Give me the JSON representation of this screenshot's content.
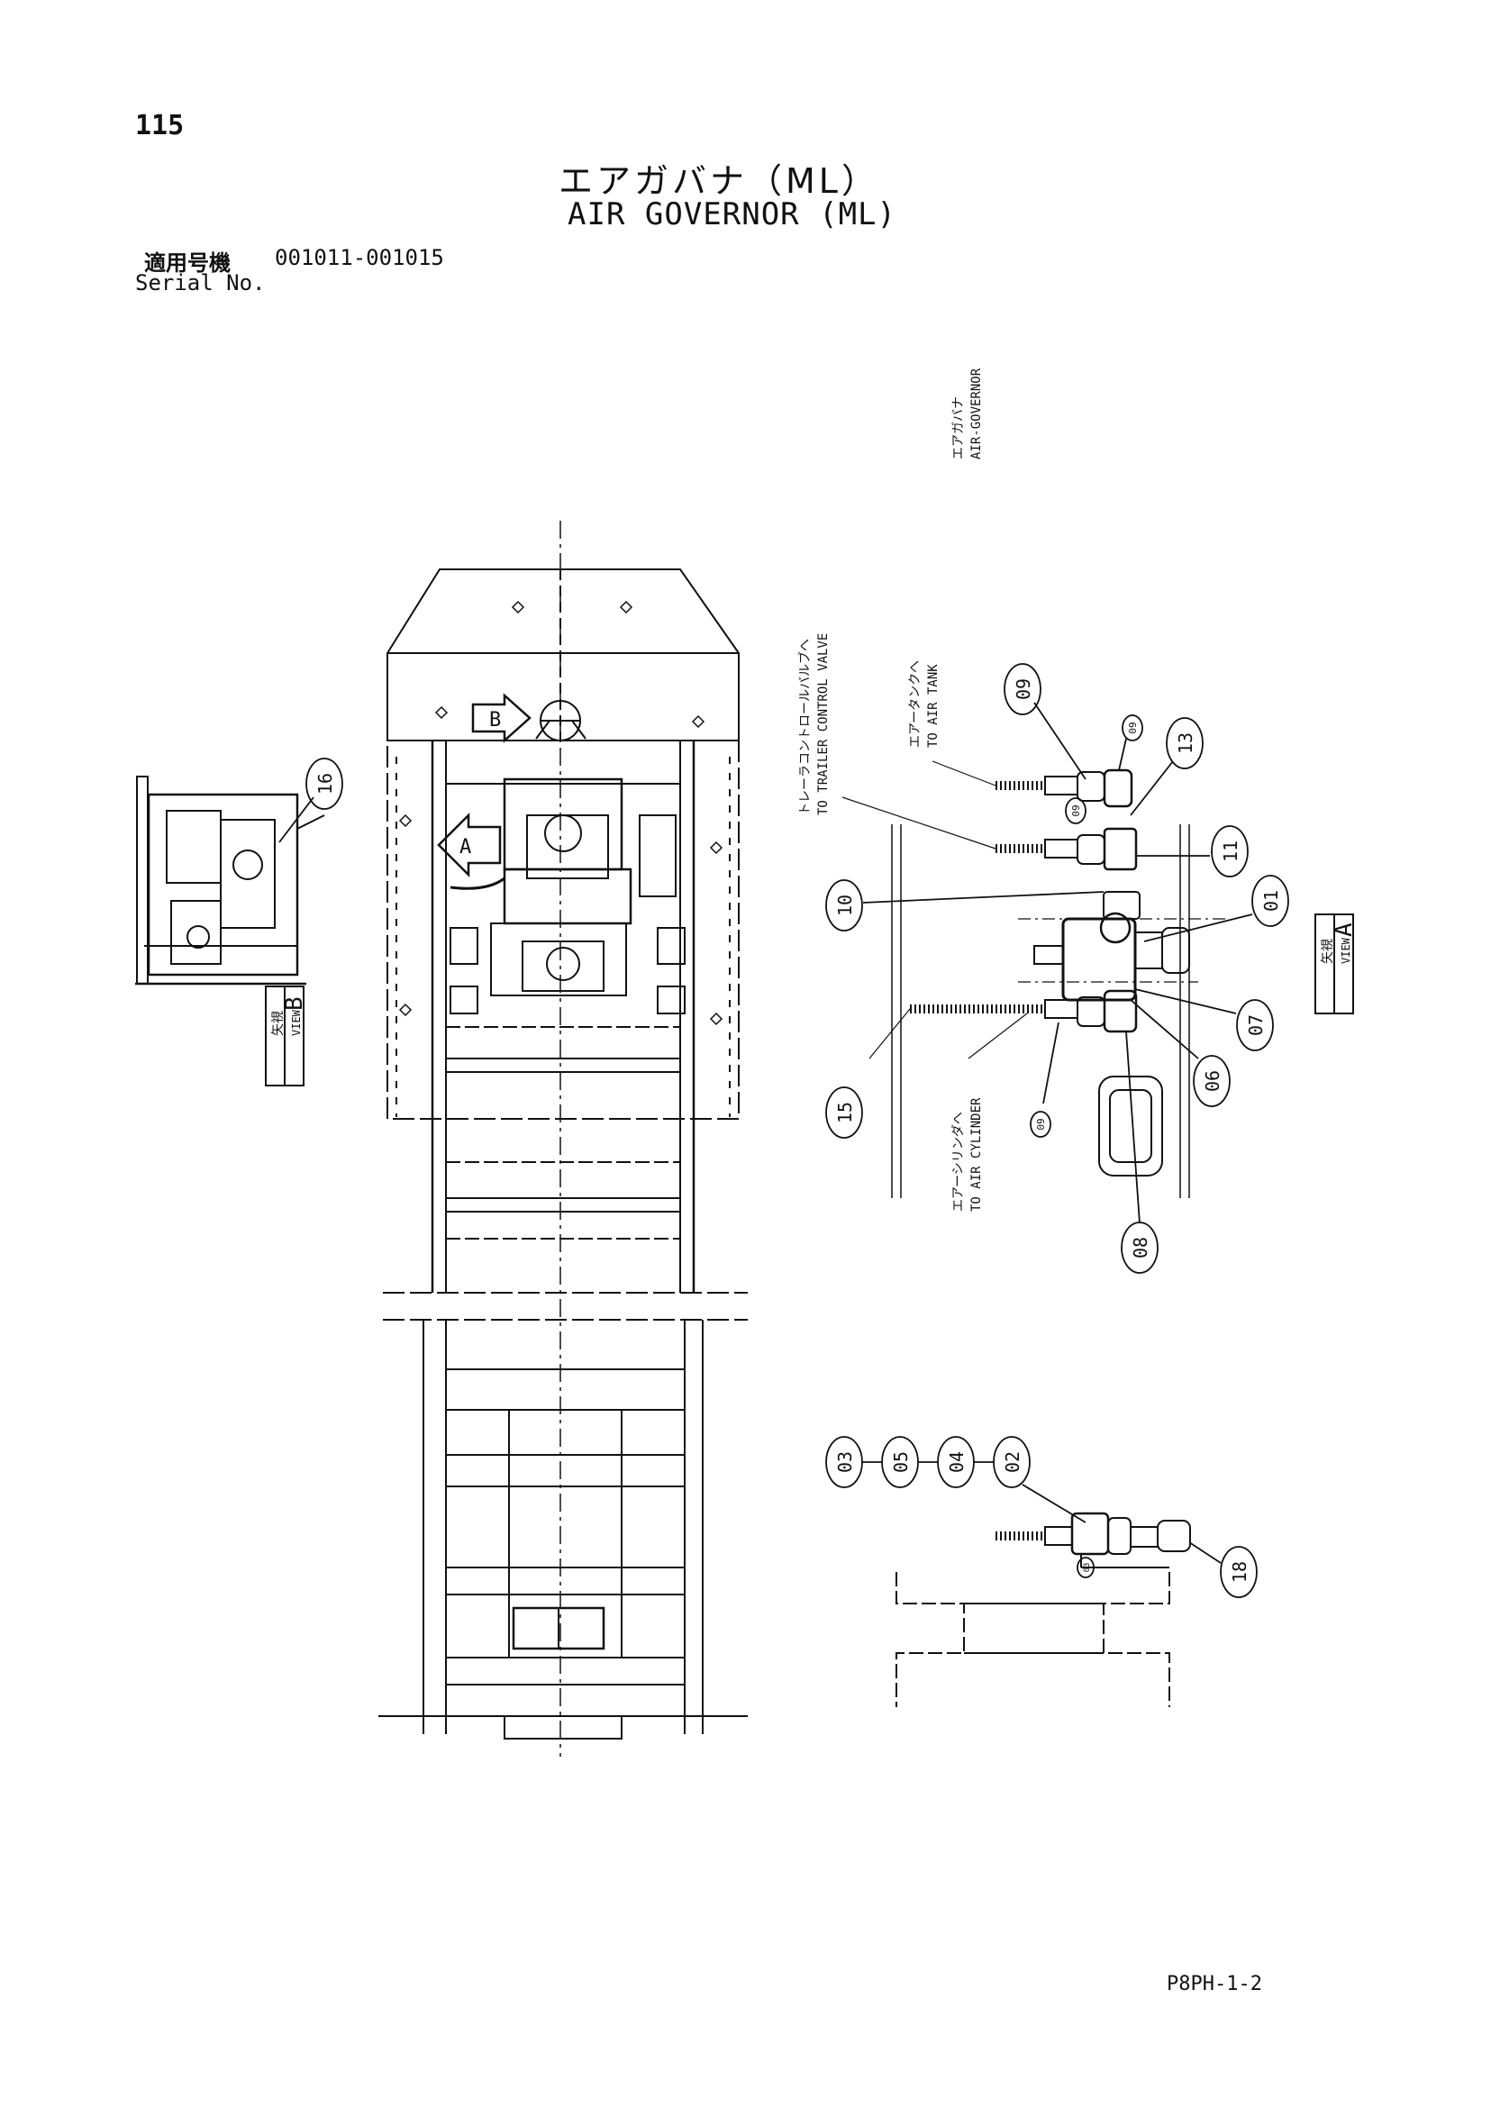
{
  "page": {
    "number": "115",
    "title_jp": "エアガバナ（ML）",
    "title_en": "AIR GOVERNOR (ML)",
    "serial_label_jp": "適用号機",
    "serial_range": "001011-001015",
    "serial_label_en": "Serial No.",
    "drawing_code": "P8PH-1-2"
  },
  "labels": {
    "air_governor_jp": "エアガバナ",
    "air_governor_en": "AIR-GOVERNOR",
    "trailer_valve_jp": "トレーラコントロールバルブへ",
    "trailer_valve_en": "TO TRAILER CONTROL VALVE",
    "air_tank_jp": "エアータンクへ",
    "air_tank_en": "TO AIR TANK",
    "air_cylinder_jp": "エアーシリンダへ",
    "air_cylinder_en": "TO AIR CYLINDER",
    "view_a_jp": "矢視",
    "view_a_en": "VIEW",
    "view_a_letter": "A",
    "view_b_jp": "矢視",
    "view_b_en": "VIEW",
    "view_b_letter": "B",
    "arrow_a": "A",
    "arrow_b": "B"
  },
  "callouts": {
    "c16": "16",
    "c09a": "09",
    "c09b": "09",
    "c09c": "09",
    "c09d": "09",
    "c13": "13",
    "c11": "11",
    "c10": "10",
    "c01": "01",
    "c07": "07",
    "c06": "06",
    "c15": "15",
    "c08": "08",
    "c03": "03",
    "c05": "05",
    "c04": "04",
    "c02": "02",
    "c18": "18",
    "c03s": "03"
  },
  "colors": {
    "ink": "#111111",
    "background": "#ffffff"
  }
}
